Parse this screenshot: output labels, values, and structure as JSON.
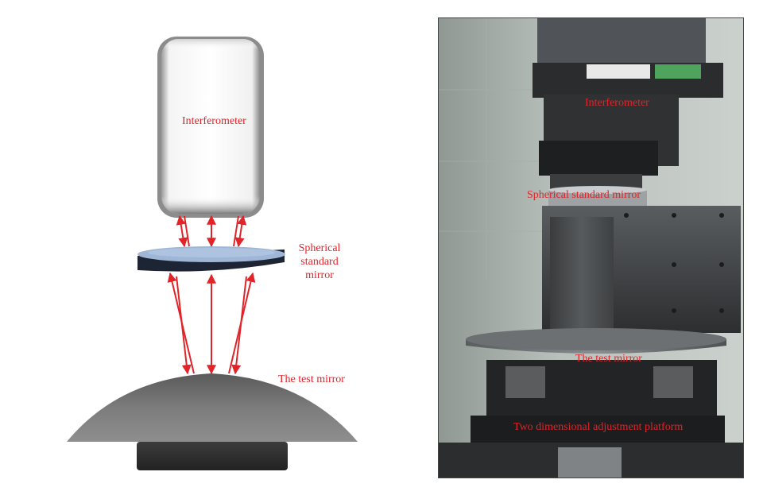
{
  "schematic": {
    "interferometer_label": "Interferometer",
    "spherical_label_lines": [
      "Spherical",
      "standard",
      "mirror"
    ],
    "test_mirror_label": "The test mirror"
  },
  "photo": {
    "interferometer_label": "Interferometer",
    "spherical_label": "Spherical standard mirror",
    "test_mirror_label": "The test mirror",
    "platform_label": "Two dimensional adjustment platform"
  },
  "colors": {
    "label": "#e0242a",
    "arrow": "#e0242a",
    "lens_top": "#9fb6d6",
    "lens_side": "#1d2433",
    "mirror_body": "#707070",
    "base": "#2e2e2e"
  }
}
